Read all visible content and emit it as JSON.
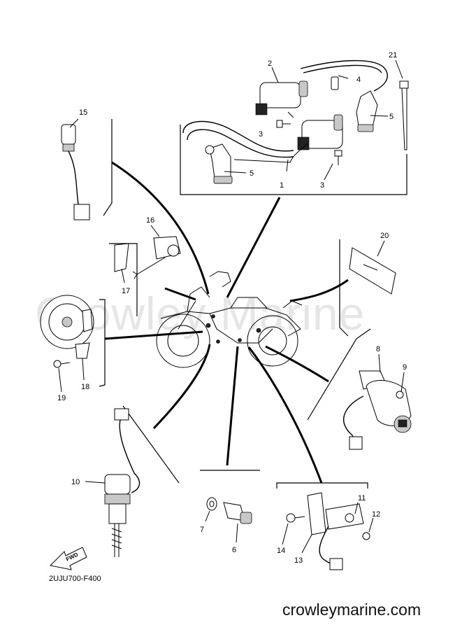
{
  "watermark": "Crowley Marine",
  "site": "crowleymarine.com",
  "diagram_code": "2UJU700-F400",
  "fwd_label": "FWD",
  "callouts": {
    "c1": "1",
    "c2": "2",
    "c3a": "3",
    "c3b": "3",
    "c4": "4",
    "c5a": "5",
    "c5b": "5",
    "c6": "6",
    "c7": "7",
    "c8": "8",
    "c9": "9",
    "c10": "10",
    "c11": "11",
    "c12": "12",
    "c13": "13",
    "c14": "14",
    "c15": "15",
    "c16": "16",
    "c17": "17",
    "c18": "18",
    "c19": "19",
    "c20": "20",
    "c21": "21"
  }
}
